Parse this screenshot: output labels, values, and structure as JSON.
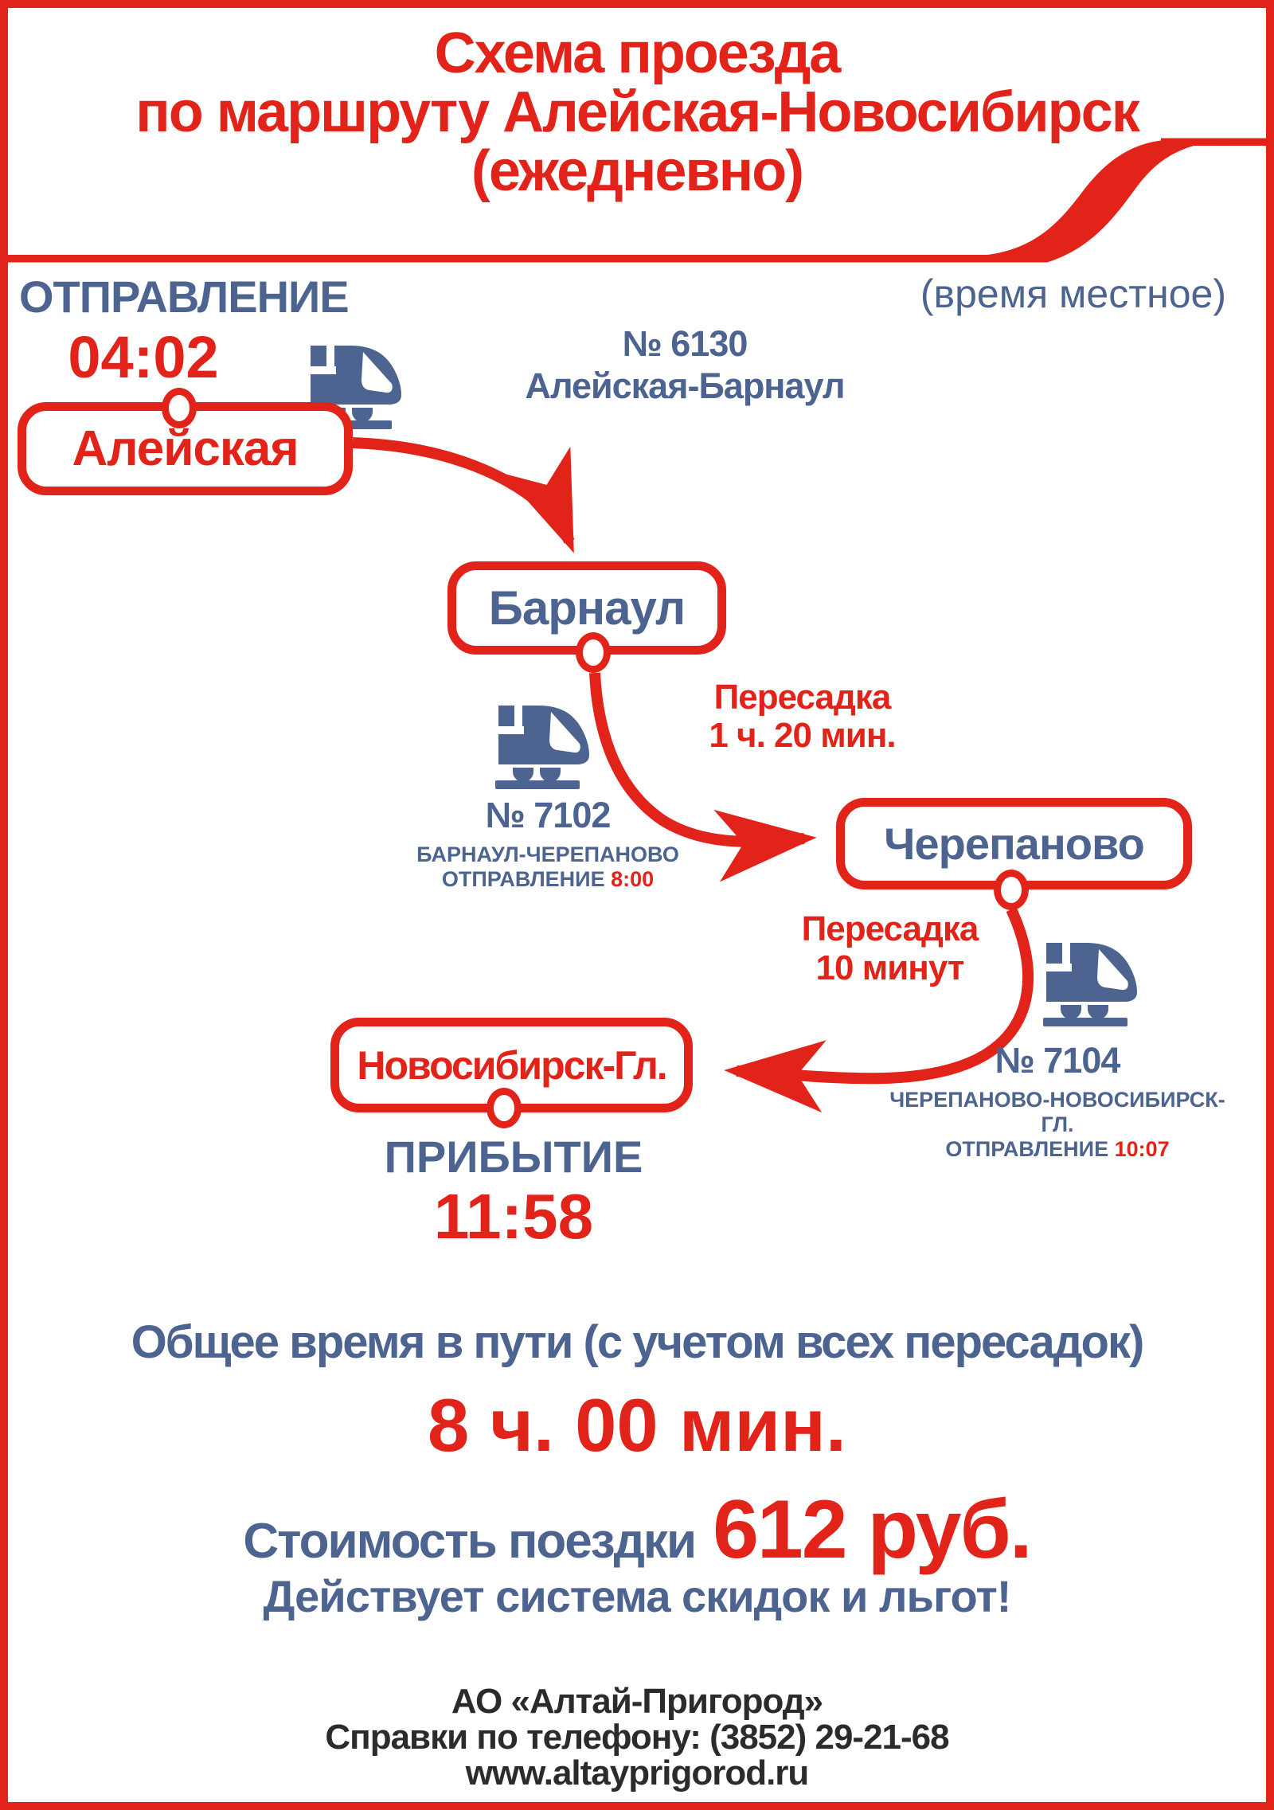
{
  "title": {
    "line1": "Схема проезда",
    "line2": "по маршруту Алейская-Новосибирск",
    "line3": "(ежедневно)"
  },
  "header": {
    "departure_label": "ОТПРАВЛЕНИЕ",
    "local_time_note": "(время местное)",
    "departure_time": "04:02"
  },
  "stations": [
    {
      "name": "Алейская"
    },
    {
      "name": "Барнаул"
    },
    {
      "name": "Черепаново"
    },
    {
      "name": "Новосибирск-Гл."
    }
  ],
  "trains": [
    {
      "number": "№ 6130",
      "route": "Алейская-Барнаул"
    },
    {
      "number": "№ 7102",
      "route": "БАРНАУЛ-ЧЕРЕПАНОВО",
      "departure_label": "ОТПРАВЛЕНИЕ ",
      "departure_time": "8:00"
    },
    {
      "number": "№ 7104",
      "route": "ЧЕРЕПАНОВО-НОВОСИБИРСК-ГЛ.",
      "departure_label": "ОТПРАВЛЕНИЕ ",
      "departure_time": "10:07"
    }
  ],
  "transfers": [
    {
      "line1": "Пересадка",
      "line2": "1 ч. 20 мин."
    },
    {
      "line1": "Пересадка",
      "line2": "10 минут"
    }
  ],
  "arrival": {
    "label": "ПРИБЫТИЕ",
    "time": "11:58"
  },
  "summary": {
    "total_label": "Общее время в пути (с учетом всех пересадок)",
    "total_time": "8 ч. 00 мин.",
    "price_label": "Стоимость поездки",
    "price_value": "612 руб.",
    "discount_note": "Действует система скидок и льгот!"
  },
  "footer": {
    "company": "АО «Алтай-Пригород»",
    "phone": "Справки по телефону: (3852) 29-21-68",
    "website": "www.altayprigorod.ru"
  },
  "colors": {
    "red": "#e2231a",
    "blue": "#4c648f",
    "dark": "#2b2b2b"
  }
}
